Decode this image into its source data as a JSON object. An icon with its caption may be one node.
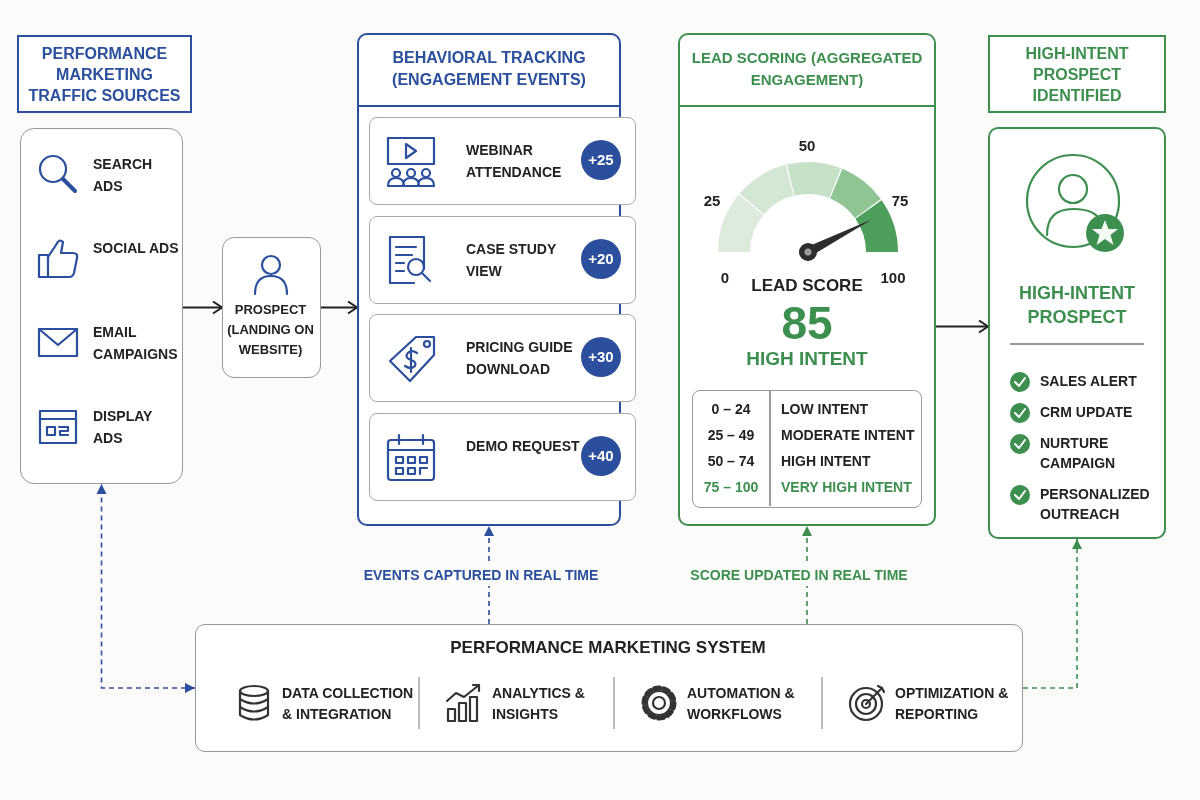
{
  "diagram": {
    "nodes": [
      {
        "text": [
          "PERFORMANCE MARKETING TRAFFIC SOURCES"
        ]
      },
      {
        "text": [
          "SEARCH ADS",
          "SOCIAL ADS",
          "EMAIL CAMPAIGNS",
          "DISPLAY ADS"
        ]
      },
      {
        "text": [
          "PROSPECT (LANDING ON WEBSITE)"
        ]
      },
      {
        "text": [
          "BEHAVIORAL TRACKING (ENGAGEMENT EVENTS)"
        ]
      },
      {
        "text": [
          "WEBINAR ATTENDANCE",
          "+25"
        ],
        "in": 3
      },
      {
        "text": [
          "CASE STUDY VIEW",
          "+20"
        ],
        "in": 3
      },
      {
        "text": [
          "PRICING GUIDE DOWNLOAD",
          "+30"
        ],
        "in": 3
      },
      {
        "text": [
          "DEMO REQUEST",
          "+40"
        ],
        "in": 3
      },
      {
        "text": [
          "LEAD SCORING (AGGREGATED ENGAGEMENT)",
          "LEAD SCORE",
          "85",
          "HIGH INTENT"
        ]
      },
      {
        "text": [
          "0 – 24",
          "LOW INTENT",
          "25 – 49",
          "MODERATE INTENT",
          "50 – 74",
          "HIGH INTENT",
          "75 – 100",
          "VERY HIGH INTENT"
        ],
        "in": 8
      },
      {
        "text": [
          "HIGH-INTENT PROSPECT IDENTIFIED"
        ]
      },
      {
        "text": [
          "HIGH-INTENT PROSPECT",
          "SALES ALERT",
          "CRM UPDATE",
          "NURTURE CAMPAIGN",
          "PERSONALIZED OUTREACH"
        ]
      },
      {
        "text": [
          "PERFORMANCE MARKETING SYSTEM",
          "DATA COLLECTION & INTEGRATION",
          "ANALYTICS & INSIGHTS",
          "AUTOMATION & WORKFLOWS",
          "OPTIMIZATION & REPORTING"
        ]
      }
    ],
    "edges": [
      {
        "from": 1,
        "to": 2,
        "arrow": "to"
      },
      {
        "from": 2,
        "to": 3,
        "arrow": "to"
      },
      {
        "from": 8,
        "to": 11,
        "arrow": "to"
      },
      {
        "from": 12,
        "to": 1,
        "arrow": "both",
        "style": "dashed",
        "color": "#2b4f9c"
      },
      {
        "from": 12,
        "to": 3,
        "arrow": "to",
        "label": "EVENTS CAPTURED IN REAL TIME",
        "style": "dashed",
        "color": "#2b4f9c"
      },
      {
        "from": 12,
        "to": 8,
        "arrow": "to",
        "label": "SCORE UPDATED IN REAL TIME",
        "style": "dashed",
        "color": "#3c8f4e"
      },
      {
        "from": 12,
        "to": 11,
        "arrow": "to",
        "style": "dashed",
        "color": "#3c8f4e"
      }
    ],
    "labels": [
      "0",
      "25",
      "50",
      "75",
      "100"
    ]
  }
}
